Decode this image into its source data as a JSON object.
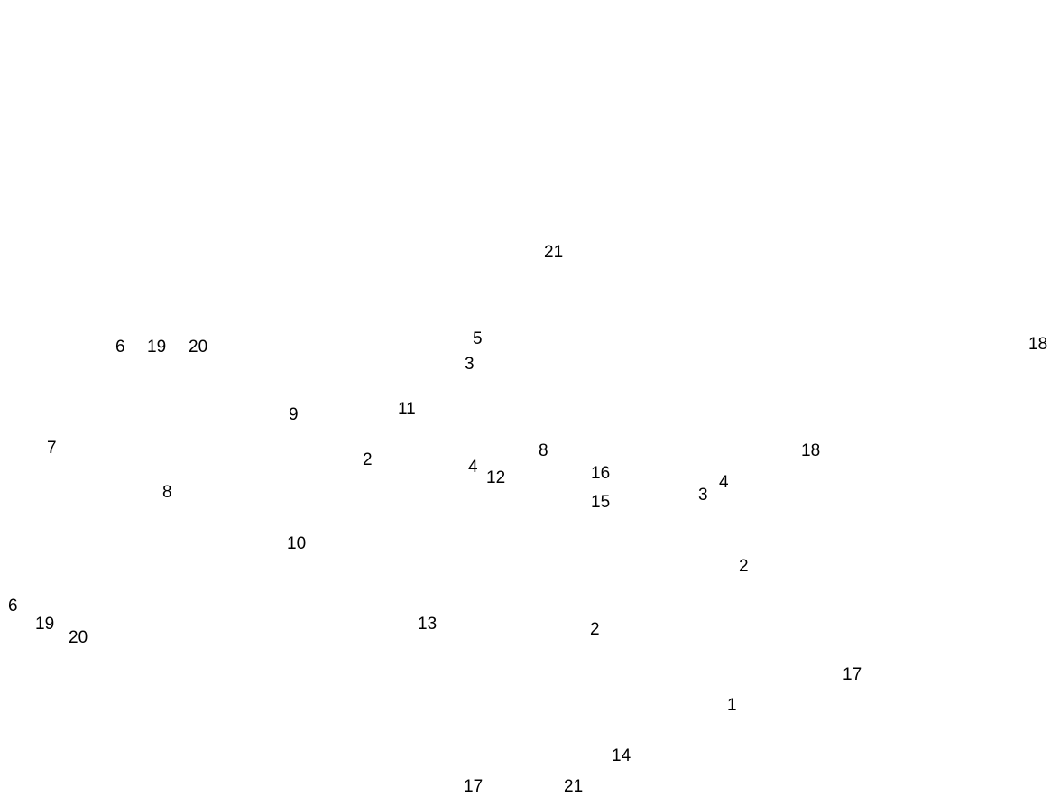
{
  "diagram": {
    "callouts": [
      {
        "id": "c21-top",
        "text": "21"
      },
      {
        "id": "c18-right",
        "text": "18"
      },
      {
        "id": "c6-top",
        "text": "6"
      },
      {
        "id": "c19-top",
        "text": "19"
      },
      {
        "id": "c20-top",
        "text": "20"
      },
      {
        "id": "c5",
        "text": "5"
      },
      {
        "id": "c3-left",
        "text": "3"
      },
      {
        "id": "c11",
        "text": "11"
      },
      {
        "id": "c9",
        "text": "9"
      },
      {
        "id": "c7",
        "text": "7"
      },
      {
        "id": "c4-left",
        "text": "4"
      },
      {
        "id": "c8-mid",
        "text": "8"
      },
      {
        "id": "c18-mid",
        "text": "18"
      },
      {
        "id": "c12",
        "text": "12"
      },
      {
        "id": "c2-top",
        "text": "2"
      },
      {
        "id": "c16",
        "text": "16"
      },
      {
        "id": "c8-left",
        "text": "8"
      },
      {
        "id": "c3-right",
        "text": "3"
      },
      {
        "id": "c4-right",
        "text": "4"
      },
      {
        "id": "c15",
        "text": "15"
      },
      {
        "id": "c10",
        "text": "10"
      },
      {
        "id": "c2-right",
        "text": "2"
      },
      {
        "id": "c6-bottom",
        "text": "6"
      },
      {
        "id": "c19-bottom",
        "text": "19"
      },
      {
        "id": "c13",
        "text": "13"
      },
      {
        "id": "c2-bottom",
        "text": "2"
      },
      {
        "id": "c20-bottom",
        "text": "20"
      },
      {
        "id": "c17-right",
        "text": "17"
      },
      {
        "id": "c1",
        "text": "1"
      },
      {
        "id": "c14",
        "text": "14"
      },
      {
        "id": "c17-bottom",
        "text": "17"
      },
      {
        "id": "c21-bottom",
        "text": "21"
      }
    ]
  }
}
